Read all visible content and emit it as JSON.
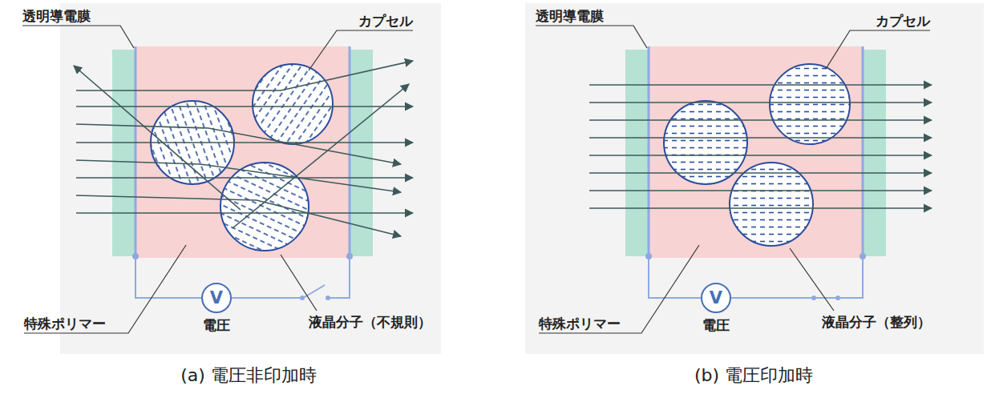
{
  "diagram": {
    "nodes": [
      {
        "text": [
          "V"
        ]
      },
      {
        "text": [
          "V"
        ]
      }
    ],
    "labels": [
      "透明導電膜",
      "カプセル",
      "特殊ポリマー",
      "電圧",
      "液晶分子（不規則）",
      "(a) 電圧非印加時",
      "透明導電膜",
      "カプセル",
      "特殊ポリマー",
      "電圧",
      "液晶分子（整列）",
      "(b) 電圧印加時"
    ]
  }
}
